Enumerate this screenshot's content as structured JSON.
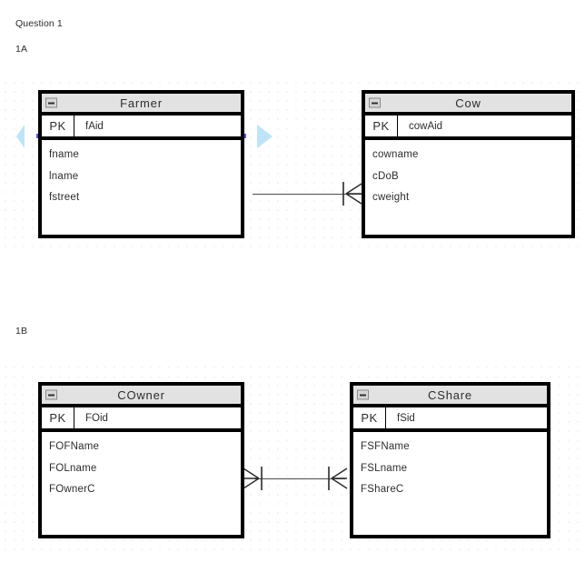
{
  "document": {
    "title": "Question 1",
    "sections": [
      {
        "label": "1A"
      },
      {
        "label": "1B"
      }
    ]
  },
  "colors": {
    "entity_border": "#000000",
    "header_fill": "#e2e2e2",
    "body_fill": "#ffffff",
    "grid_dot": "#d2d2d2",
    "selection_handle": "#5b5bd6",
    "selection_arrow": "#bfe4f7",
    "connector_line": "#4a4a4a"
  },
  "diagram_1a": {
    "entities": [
      {
        "name": "Farmer",
        "collapse_icon": "minus-box-icon",
        "pk_tag": "PK",
        "pk_field": "fAid",
        "attributes": [
          "fname",
          "lname",
          "fstreet"
        ]
      },
      {
        "name": "Cow",
        "collapse_icon": "minus-box-icon",
        "pk_tag": "PK",
        "pk_field": "cowAid",
        "attributes": [
          "cowname",
          "cDoB",
          "cweight"
        ]
      }
    ],
    "relationship": {
      "from": "Farmer",
      "to": "Cow",
      "from_cardinality": "one",
      "to_cardinality": "many"
    }
  },
  "diagram_1b": {
    "entities": [
      {
        "name": "COwner",
        "collapse_icon": "minus-box-icon",
        "pk_tag": "PK",
        "pk_field": "FOid",
        "attributes": [
          "FOFName",
          "FOLname",
          "FOwnerC"
        ]
      },
      {
        "name": "CShare",
        "collapse_icon": "minus-box-icon",
        "pk_tag": "PK",
        "pk_field": "fSid",
        "attributes": [
          "FSFName",
          "FSLname",
          "FShareC"
        ]
      }
    ],
    "relationship": {
      "from": "COwner",
      "to": "CShare",
      "from_cardinality": "many",
      "to_cardinality": "many"
    }
  }
}
